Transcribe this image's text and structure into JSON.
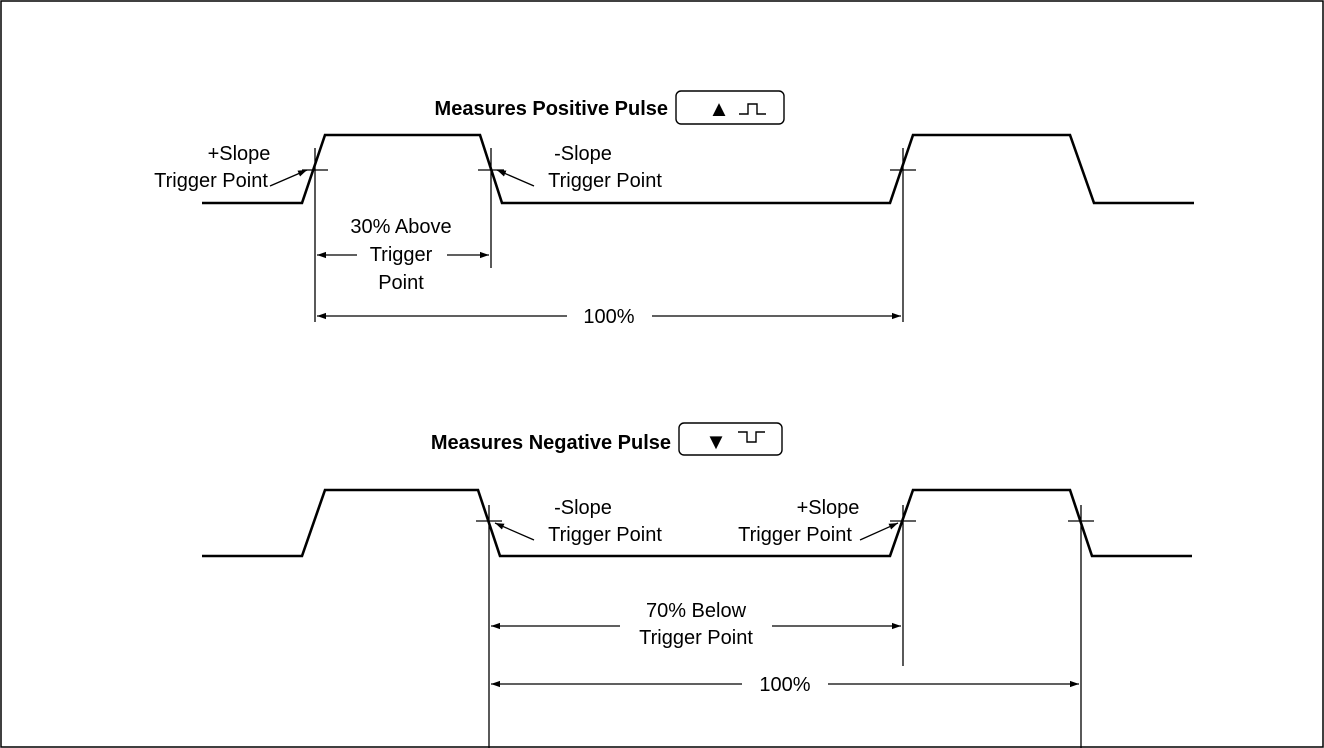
{
  "positive": {
    "heading": "Measures Positive Pulse",
    "key_symbol": "▲",
    "left_label": [
      "+Slope",
      "Trigger Point"
    ],
    "right_label": [
      "-Slope",
      "Trigger Point"
    ],
    "width_label": [
      "30% Above",
      "Trigger",
      "Point"
    ],
    "period_label": "100%"
  },
  "negative": {
    "heading": "Measures Negative Pulse",
    "key_symbol": "▼",
    "left_label": [
      "-Slope",
      "Trigger Point"
    ],
    "right_label": [
      "+Slope",
      "Trigger Point"
    ],
    "width_label": [
      "70% Below",
      "Trigger Point"
    ],
    "period_label": "100%"
  }
}
